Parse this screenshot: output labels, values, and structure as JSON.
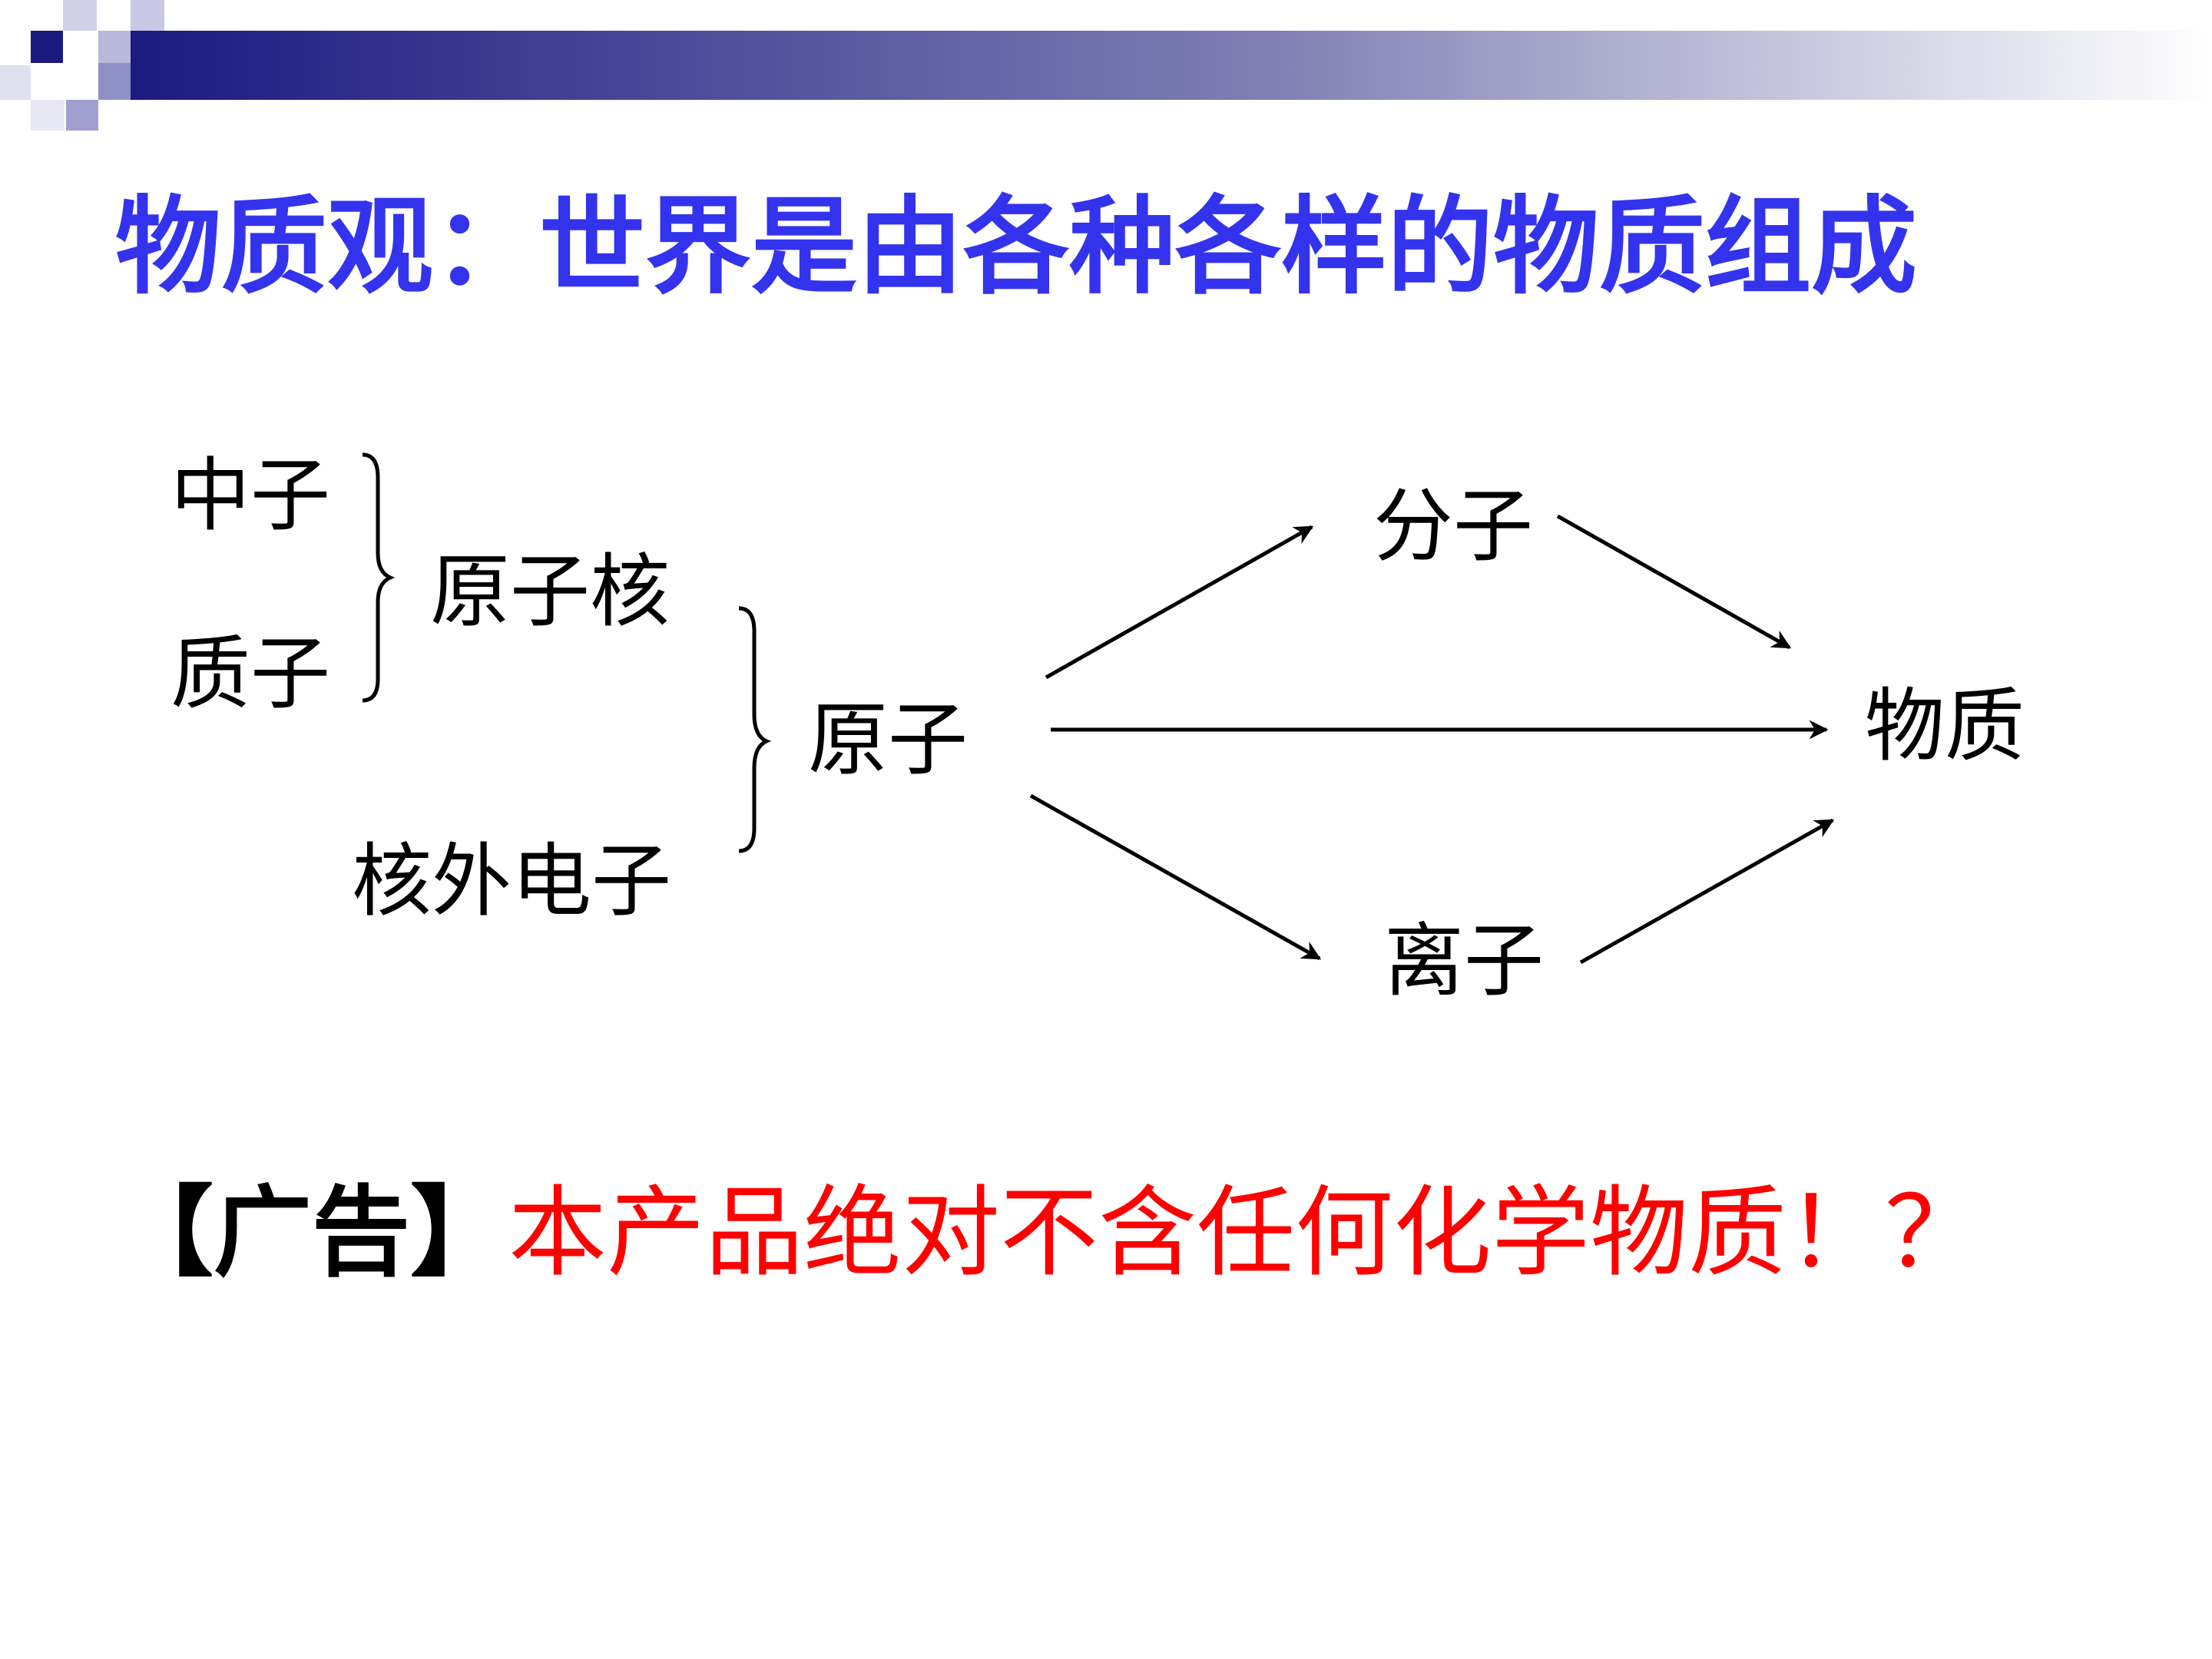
{
  "slide": {
    "title": "物质观：世界是由各种各样的物质组成",
    "colors": {
      "title": "#3333ee",
      "banner_dark": "#1a1a80",
      "banner_mid": "#8080c0",
      "banner_light": "#c8c8e4",
      "ad_label": "#000000",
      "ad_text": "#ff0000"
    }
  },
  "diagram": {
    "nodes": {
      "neutron": "中子",
      "proton": "质子",
      "nucleus": "原子核",
      "electron": "核外电子",
      "atom": "原子",
      "molecule": "分子",
      "ion": "离子",
      "matter": "物质"
    }
  },
  "ad": {
    "label": "【广告】",
    "text": "本产品绝对不含任何化学物质！？"
  }
}
